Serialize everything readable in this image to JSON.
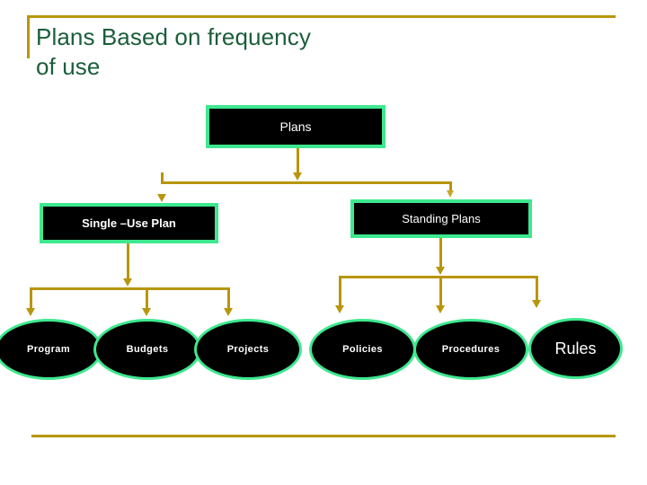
{
  "slide": {
    "title": "Plans Based on frequency\nof use",
    "colors": {
      "accent_gold": "#B8960C",
      "node_border_green": "#3EE88F",
      "node_fill": "#000000",
      "title_green": "#1B5E3A",
      "background": "#FFFFFF"
    }
  },
  "diagram": {
    "type": "hierarchy-tree",
    "root": {
      "label": "Plans",
      "shape": "rectangle"
    },
    "level2": [
      {
        "label": "Single –Use Plan",
        "shape": "rectangle"
      },
      {
        "label": "Standing Plans",
        "shape": "rectangle"
      }
    ],
    "level3_left": [
      {
        "label": "Program",
        "shape": "ellipse"
      },
      {
        "label": "Budgets",
        "shape": "ellipse"
      },
      {
        "label": "Projects",
        "shape": "ellipse"
      }
    ],
    "level3_right": [
      {
        "label": "Policies",
        "shape": "ellipse"
      },
      {
        "label": "Procedures",
        "shape": "ellipse"
      },
      {
        "label": "Rules",
        "shape": "ellipse"
      }
    ]
  }
}
